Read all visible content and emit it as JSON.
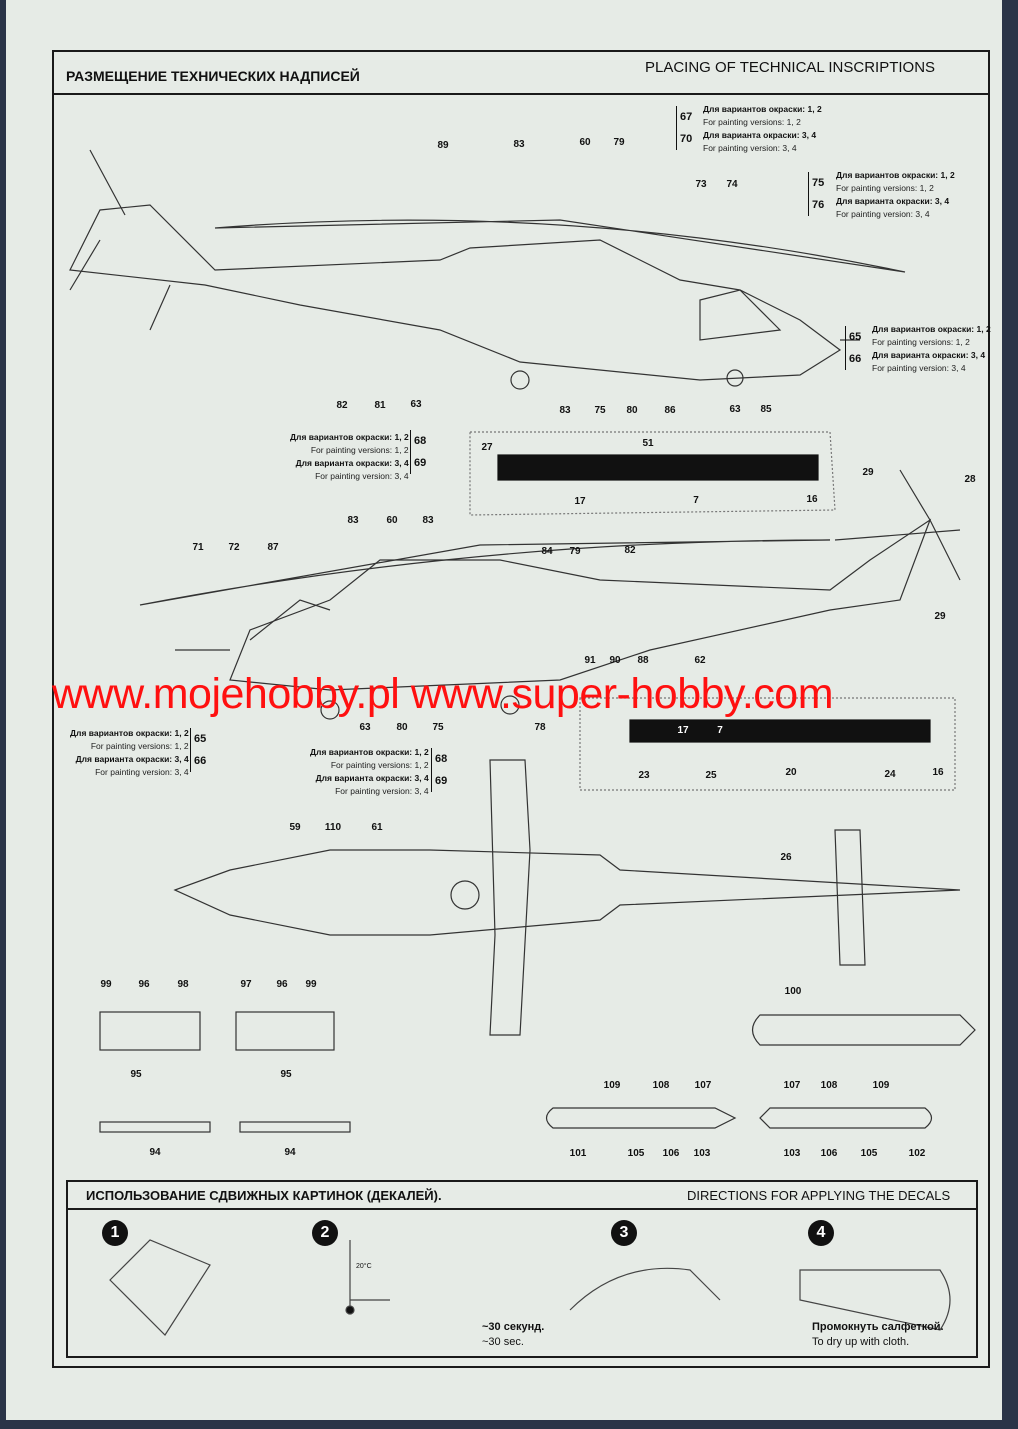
{
  "header": {
    "title_ru": "РАЗМЕЩЕНИЕ ТЕХНИЧЕСКИХ НАДПИСЕЙ",
    "title_en": "PLACING OF TECHNICAL INSCRIPTIONS"
  },
  "note": {
    "ru_12": "Для вариантов окраски: 1, 2",
    "en_12": "For painting versions: 1, 2",
    "ru_34": "Для варианта окраски: 3, 4",
    "en_34": "For painting version: 3, 4"
  },
  "side1": [
    "89",
    "83",
    "60",
    "79",
    "67",
    "70",
    "73",
    "74",
    "75",
    "76",
    "65",
    "66",
    "82",
    "81",
    "63",
    "83",
    "75",
    "80",
    "86",
    "63",
    "85",
    "68",
    "69"
  ],
  "strip1": [
    "27",
    "51",
    "17",
    "7",
    "16",
    "29",
    "28",
    "29"
  ],
  "side2": [
    "83",
    "60",
    "83",
    "71",
    "72",
    "87",
    "84",
    "79",
    "82",
    "62",
    "88",
    "90",
    "91",
    "63",
    "80",
    "75",
    "78",
    "65",
    "66",
    "68",
    "69"
  ],
  "strip2": [
    "17",
    "7",
    "23",
    "25",
    "20",
    "24",
    "16"
  ],
  "top": [
    "59",
    "110",
    "61",
    "26"
  ],
  "pylons": [
    "99",
    "96",
    "98",
    "95",
    "97",
    "96",
    "99",
    "95",
    "94",
    "94",
    "100"
  ],
  "pods": [
    "109",
    "108",
    "107",
    "101",
    "105",
    "106",
    "103",
    "107",
    "108",
    "109",
    "103",
    "106",
    "105",
    "102"
  ],
  "watermark": "www.mojehobby.pl www.super-hobby.com",
  "directions": {
    "title_ru": "ИСПОЛЬЗОВАНИЕ СДВИЖНЫХ КАРТИНОК (ДЕКАЛЕЙ).",
    "title_en": "DIRECTIONS  FOR APPLYING THE DECALS",
    "steps": [
      "1",
      "2",
      "3",
      "4"
    ],
    "temp": "20°C",
    "step2_ru": "~30 секунд.",
    "step2_en": "~30 sec.",
    "step4_ru": "Промокнуть салфеткой.",
    "step4_en": "To dry up with cloth."
  },
  "colors": {
    "watermark": "#ff1010",
    "paper": "#e6ebe6"
  }
}
